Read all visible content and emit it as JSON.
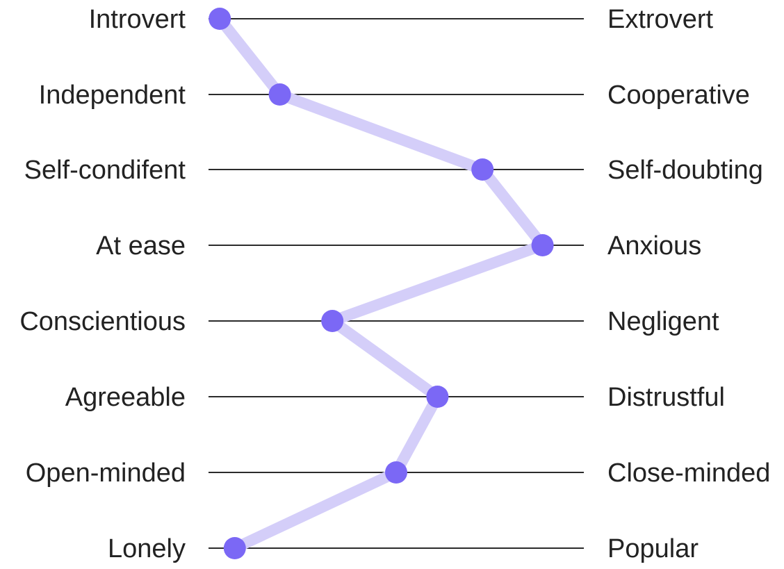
{
  "chart_data": {
    "type": "line",
    "title": "",
    "rows": [
      {
        "left": "Introvert",
        "right": "Extrovert",
        "value": 0.03
      },
      {
        "left": "Independent",
        "right": "Cooperative",
        "value": 0.19
      },
      {
        "left": "Self-condifent",
        "right": "Self-doubting",
        "value": 0.73
      },
      {
        "left": "At ease",
        "right": "Anxious",
        "value": 0.89
      },
      {
        "left": "Conscientious",
        "right": "Negligent",
        "value": 0.33
      },
      {
        "left": "Agreeable",
        "right": "Distrustful",
        "value": 0.61
      },
      {
        "left": "Open-minded",
        "right": "Close-minded",
        "value": 0.5
      },
      {
        "left": "Lonely",
        "right": "Popular",
        "value": 0.07
      }
    ],
    "xlim": [
      0,
      1
    ],
    "colors": {
      "point": "#7b68f5",
      "line": "#d4cef9",
      "scale": "#2b2b2b"
    }
  }
}
